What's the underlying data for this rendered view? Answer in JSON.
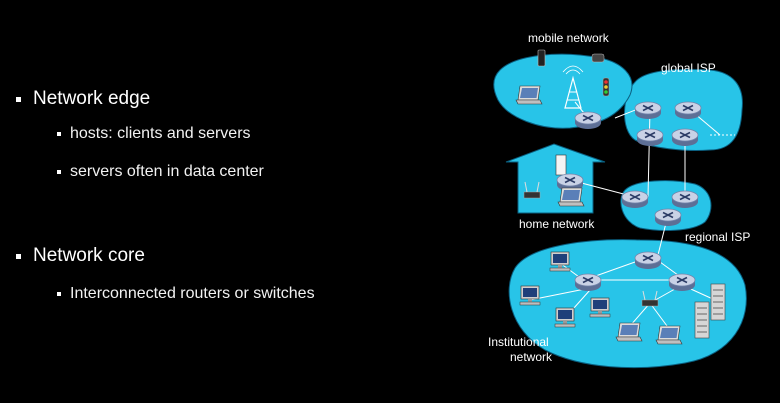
{
  "slide": {
    "bullets": [
      {
        "text": "Network edge"
      },
      {
        "text": "hosts: clients and servers"
      },
      {
        "text": "servers often in data center"
      },
      {
        "text": "Network core"
      },
      {
        "text": "Interconnected routers or switches"
      }
    ]
  },
  "diagram": {
    "labels": {
      "mobile": "mobile network",
      "global": "global ISP",
      "home": "home network",
      "regional": "regional ISP",
      "institutional_line1": "Institutional",
      "institutional_line2": "network"
    }
  },
  "colors": {
    "background": "#000000",
    "text": "#ffffff",
    "cloud": "#28c4e8",
    "cloud_edge": "#0a5f80",
    "router_top": "#c9d2e6",
    "router_side": "#5d6f96",
    "link": "#ffffff"
  },
  "icons": [
    "router-icon",
    "laptop-icon",
    "desktop-pc-icon",
    "server-rack-icon",
    "cell-tower-icon",
    "traffic-light-icon",
    "phone-icon",
    "wireless-access-point-icon",
    "house-icon"
  ]
}
